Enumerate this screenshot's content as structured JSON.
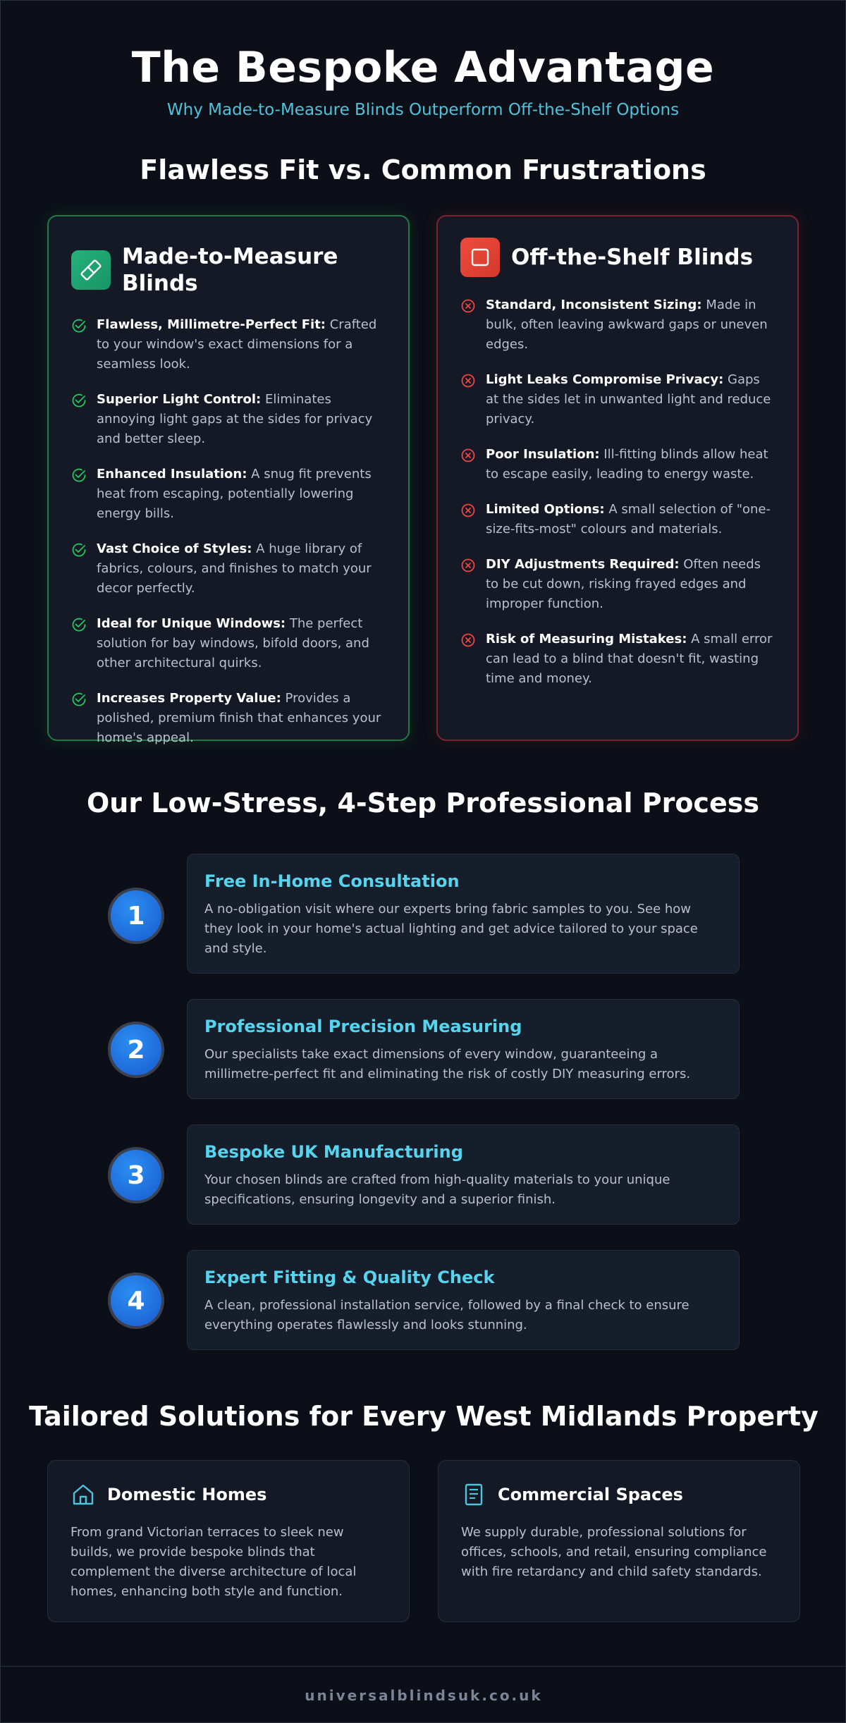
{
  "header": {
    "title": "The Bespoke Advantage",
    "subtitle": "Why Made-to-Measure Blinds Outperform Off-the-Shelf Options"
  },
  "comparison": {
    "heading": "Flawless Fit vs. Common Frustrations",
    "good": {
      "title": "Made-to-Measure Blinds",
      "icon": "ruler-icon",
      "items": [
        {
          "label": "Flawless, Millimetre-Perfect Fit:",
          "text": " Crafted to your window's exact dimensions for a seamless look."
        },
        {
          "label": "Superior Light Control:",
          "text": " Eliminates annoying light gaps at the sides for privacy and better sleep."
        },
        {
          "label": "Enhanced Insulation:",
          "text": " A snug fit prevents heat from escaping, potentially lowering energy bills."
        },
        {
          "label": "Vast Choice of Styles:",
          "text": " A huge library of fabrics, colours, and finishes to match your decor perfectly."
        },
        {
          "label": "Ideal for Unique Windows:",
          "text": " The perfect solution for bay windows, bifold doors, and other architectural quirks."
        },
        {
          "label": "Increases Property Value:",
          "text": " Provides a polished, premium finish that enhances your home's appeal."
        }
      ]
    },
    "bad": {
      "title": "Off-the-Shelf Blinds",
      "icon": "square-icon",
      "items": [
        {
          "label": "Standard, Inconsistent Sizing:",
          "text": " Made in bulk, often leaving awkward gaps or uneven edges."
        },
        {
          "label": "Light Leaks Compromise Privacy:",
          "text": " Gaps at the sides let in unwanted light and reduce privacy."
        },
        {
          "label": "Poor Insulation:",
          "text": " Ill-fitting blinds allow heat to escape easily, leading to energy waste."
        },
        {
          "label": "Limited Options:",
          "text": " A small selection of \"one-size-fits-most\" colours and materials."
        },
        {
          "label": "DIY Adjustments Required:",
          "text": " Often needs to be cut down, risking frayed edges and improper function."
        },
        {
          "label": "Risk of Measuring Mistakes:",
          "text": " A small error can lead to a blind that doesn't fit, wasting time and money."
        }
      ]
    }
  },
  "process": {
    "heading": "Our Low-Stress, 4-Step Professional Process",
    "steps": [
      {
        "number": "1",
        "title": "Free In-Home Consultation",
        "desc": "A no-obligation visit where our experts bring fabric samples to you. See how they look in your home's actual lighting and get advice tailored to your space and style."
      },
      {
        "number": "2",
        "title": "Professional Precision Measuring",
        "desc": "Our specialists take exact dimensions of every window, guaranteeing a millimetre-perfect fit and eliminating the risk of costly DIY measuring errors."
      },
      {
        "number": "3",
        "title": "Bespoke UK Manufacturing",
        "desc": "Your chosen blinds are crafted from high-quality materials to your unique specifications, ensuring longevity and a superior finish."
      },
      {
        "number": "4",
        "title": "Expert Fitting & Quality Check",
        "desc": "A clean, professional installation service, followed by a final check to ensure everything operates flawlessly and looks stunning."
      }
    ]
  },
  "solutions": {
    "heading": "Tailored Solutions for Every West Midlands Property",
    "cards": [
      {
        "title": "Domestic Homes",
        "icon": "house-icon",
        "desc": "From grand Victorian terraces to sleek new builds, we provide bespoke blinds that complement the diverse architecture of local homes, enhancing both style and function."
      },
      {
        "title": "Commercial Spaces",
        "icon": "document-icon",
        "desc": "We supply durable, professional solutions for offices, schools, and retail, ensuring compliance with fire retardancy and child safety standards."
      }
    ]
  },
  "footer": {
    "domain": "universalblindsuk.co.uk"
  },
  "colors": {
    "accent": "#4ec3dc",
    "good": "#22c55e",
    "bad": "#ef4444",
    "step_title": "#56d4ee"
  }
}
